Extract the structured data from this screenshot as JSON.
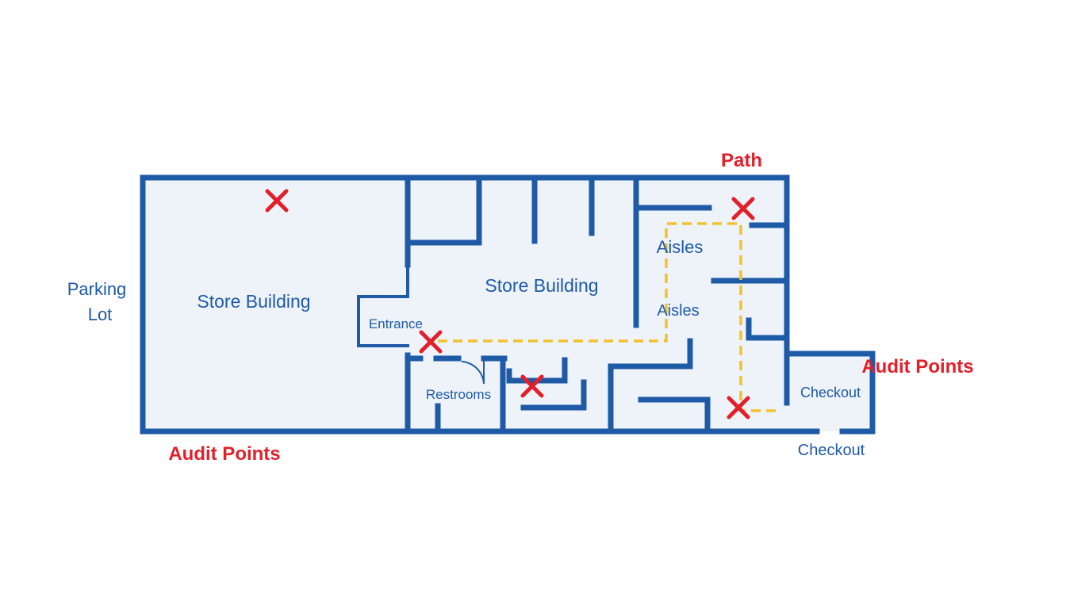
{
  "labels": {
    "parking_lot_line1": "Parking",
    "parking_lot_line2": "Lot",
    "store_building_left": "Store Building",
    "store_building_center": "Store Building",
    "entrance": "Entrance",
    "restrooms": "Restrooms",
    "aisles_top": "Aisles",
    "aisles_bottom": "Aisles",
    "checkout_inside": "Checkout",
    "checkout_outside": "Checkout",
    "path": "Path",
    "audit_points_bottom": "Audit Points",
    "audit_points_right": "Audit Points"
  },
  "colors": {
    "wall": "#1f5aa6",
    "floor": "#eef3fa",
    "path": "#f2c12e",
    "audit_marker": "#e2202a",
    "accent_label": "#e2202a"
  },
  "icons": {
    "audit_marker": "x-mark-icon"
  }
}
